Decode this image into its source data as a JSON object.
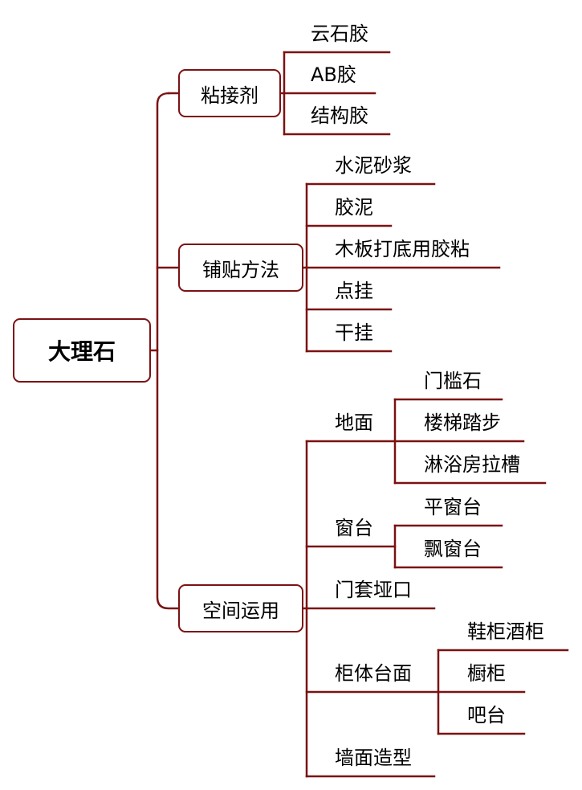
{
  "root": "大理石",
  "branches": [
    {
      "label": "粘接剂",
      "items": [
        {
          "label": "云石胶"
        },
        {
          "label": "AB胶"
        },
        {
          "label": "结构胶"
        }
      ]
    },
    {
      "label": "铺贴方法",
      "items": [
        {
          "label": "水泥砂浆"
        },
        {
          "label": "胶泥"
        },
        {
          "label": "木板打底用胶粘"
        },
        {
          "label": "点挂"
        },
        {
          "label": "干挂"
        }
      ]
    },
    {
      "label": "空间运用",
      "items": [
        {
          "label": "地面",
          "children": [
            {
              "label": "门槛石"
            },
            {
              "label": "楼梯踏步"
            },
            {
              "label": "淋浴房拉槽"
            }
          ]
        },
        {
          "label": "窗台",
          "children": [
            {
              "label": "平窗台"
            },
            {
              "label": "飘窗台"
            }
          ]
        },
        {
          "label": "门套垭口"
        },
        {
          "label": "柜体台面",
          "children": [
            {
              "label": "鞋柜酒柜"
            },
            {
              "label": "橱柜"
            },
            {
              "label": "吧台"
            }
          ]
        },
        {
          "label": "墙面造型"
        }
      ]
    }
  ],
  "colors": {
    "line": "#7b1212",
    "text": "#000000",
    "background": "#ffffff"
  }
}
